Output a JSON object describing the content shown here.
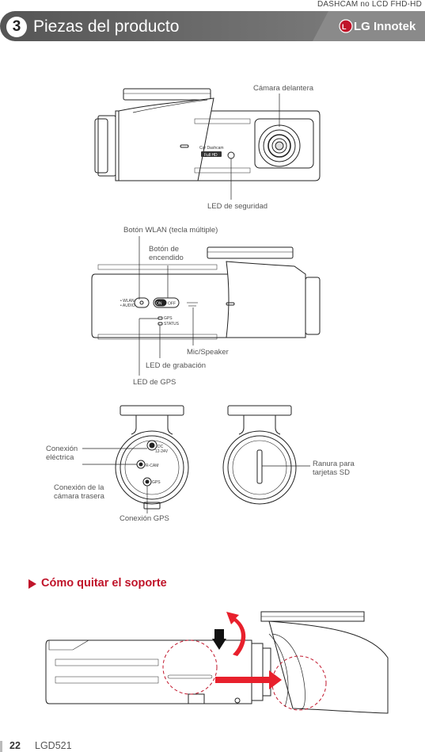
{
  "header": {
    "doc_title": "DASHCAM no LCD FHD-HD",
    "section_number": "3",
    "section_title": "Piezas del producto",
    "brand": "LG Innotek",
    "banner_color": "#555555"
  },
  "figure1": {
    "front_camera_label": "Cámara delantera",
    "security_led_label": "LED de seguridad",
    "device_text_1": "Car Dashcam",
    "device_text_2": "Full HD"
  },
  "figure2": {
    "wlan_button_label": "Botón WLAN (tecla múltiple)",
    "power_button_label_1": "Botón de",
    "power_button_label_2": "encendido",
    "mic_speaker_label": "Mic/Speaker",
    "recording_led_label": "LED de grabación",
    "gps_led_label": "LED de GPS",
    "device_wlan_1": "• WLAN",
    "device_wlan_2": "• AUDIO",
    "device_on": "ON",
    "device_off": "OFF",
    "device_gps": "GPS",
    "device_status": "STATUS"
  },
  "figure3": {
    "power_conn_label_1": "Conexión",
    "power_conn_label_2": "eléctrica",
    "rear_cam_label_1": "Conexión de la",
    "rear_cam_label_2": "cámara trasera",
    "gps_conn_label": "Conexión GPS",
    "sd_slot_label_1": "Ranura para",
    "sd_slot_label_2": "tarjetas SD",
    "device_dc_1": "DC",
    "device_dc_2": "12-24V",
    "device_rcam": "R-CAM",
    "device_gps": "GPS"
  },
  "remove_mount": {
    "title": "Cómo quitar el soporte",
    "accent_color": "#c0142a"
  },
  "footer": {
    "page_number": "22",
    "model": "LGD521"
  }
}
